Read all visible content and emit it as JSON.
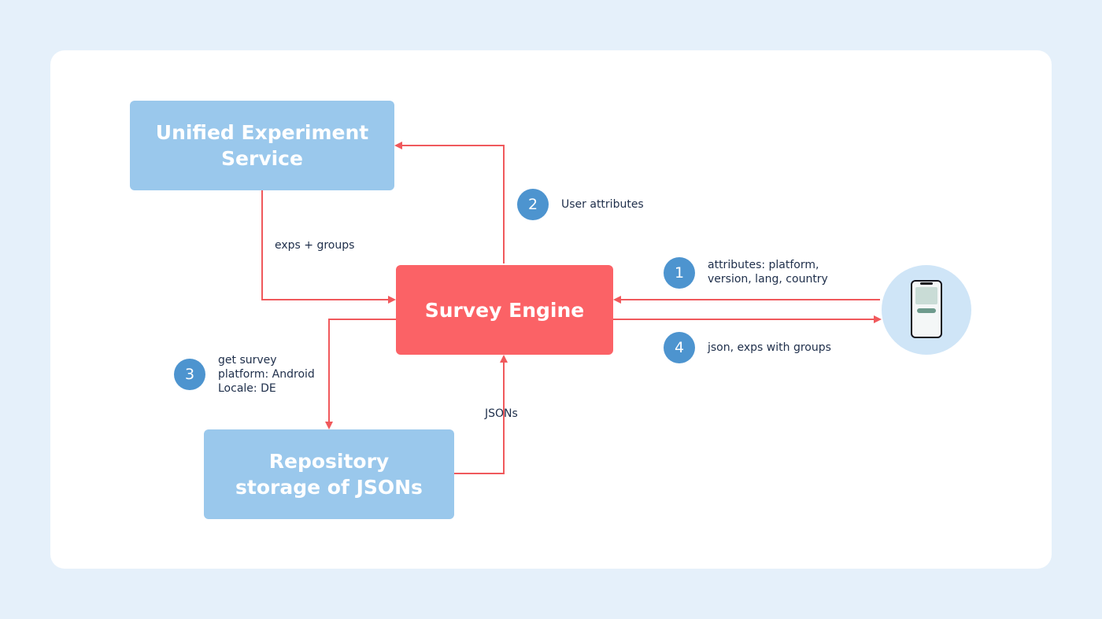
{
  "nodes": {
    "unified_experiment_service": "Unified Experiment\nService",
    "survey_engine": "Survey Engine",
    "repository": "Repository\nstorage of JSONs"
  },
  "edges": {
    "exps_groups": "exps + groups",
    "jsons": "JSONs"
  },
  "steps": [
    {
      "number": "1",
      "text": "attributes: platform,\nversion, lang, country"
    },
    {
      "number": "2",
      "text": "User attributes"
    },
    {
      "number": "3",
      "text": "get survey\nplatform: Android\nLocale: DE"
    },
    {
      "number": "4",
      "text": "json, exps with groups"
    }
  ],
  "colors": {
    "background": "#e5f0fa",
    "card": "#ffffff",
    "service_box": "#9ac8ec",
    "engine_box": "#fb6266",
    "arrow": "#f0595c",
    "step_badge": "#4d94cf",
    "text": "#1e2e4a"
  },
  "icons": {
    "client_device": "smartphone-icon"
  }
}
